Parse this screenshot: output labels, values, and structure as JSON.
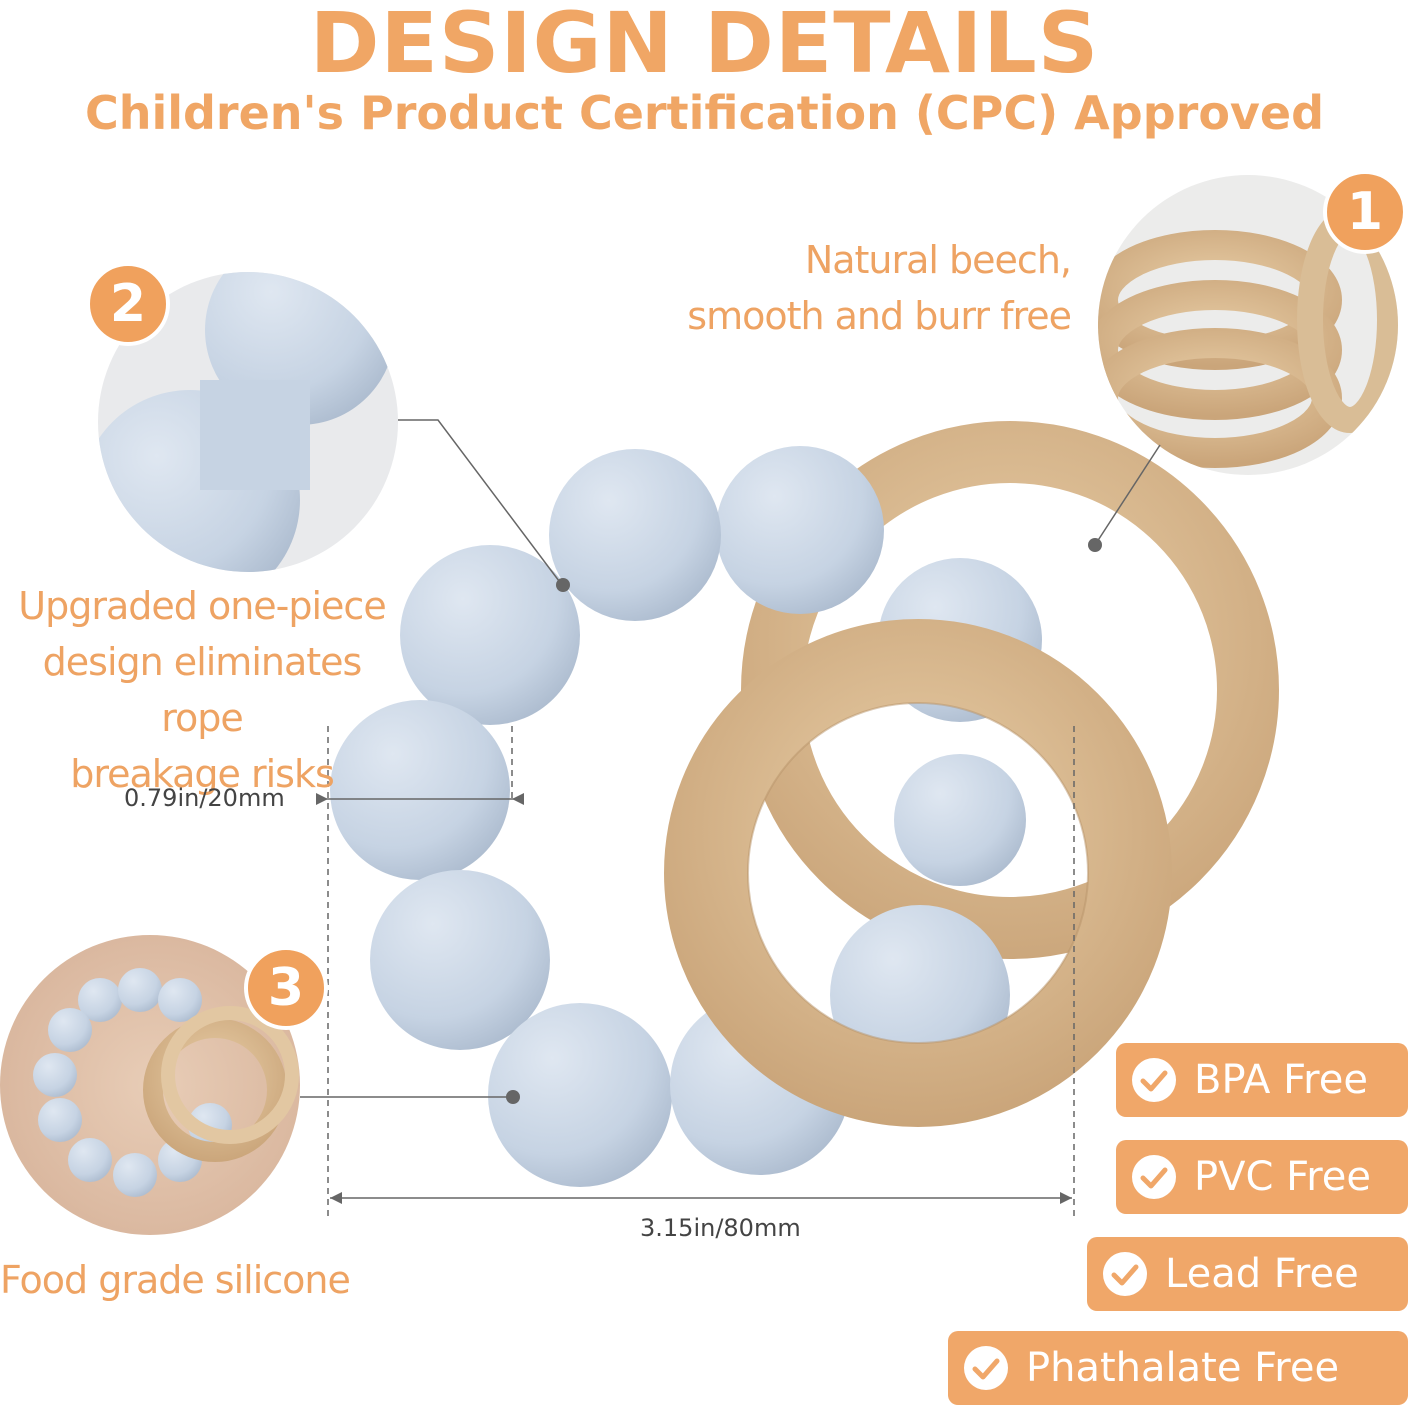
{
  "header": {
    "title": "DESIGN DETAILS",
    "subtitle": "Children's Product Certification (CPC) Approved"
  },
  "features": [
    {
      "number": "1",
      "lines": [
        "Natural beech,",
        "smooth and burr free"
      ]
    },
    {
      "number": "2",
      "lines": [
        "Upgraded one-piece",
        "design eliminates rope",
        "breakage risks"
      ]
    },
    {
      "number": "3",
      "lines": [
        "Food grade silicone"
      ]
    }
  ],
  "dimensions": {
    "bead_width": "0.79in/20mm",
    "overall_width": "3.15in/80mm"
  },
  "badges": [
    "BPA Free",
    "PVC Free",
    "Lead Free",
    "Phathalate Free"
  ],
  "colors": {
    "accent": "#f0a665",
    "silicone": "#c9d6e6",
    "wood": "#d8b98f"
  },
  "icons": [
    "check-circle-icon"
  ]
}
